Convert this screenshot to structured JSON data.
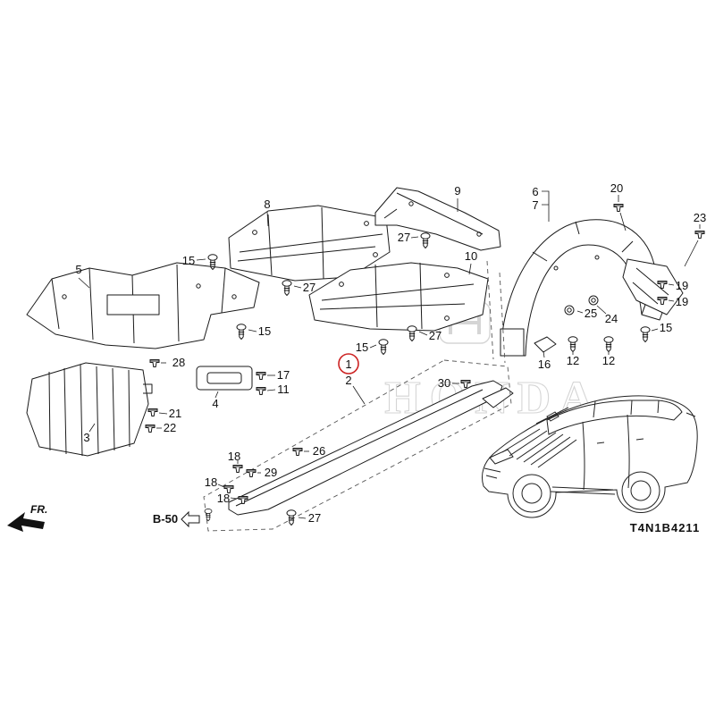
{
  "page": {
    "background": "#ffffff",
    "line_color": "#1a1a1a",
    "highlight_color": "#cc2222",
    "diagram_code": "T4N1B4211",
    "ref_code": "B-50",
    "front_label": "FR.",
    "watermark": "HONDA"
  },
  "labels": {
    "1": "1",
    "2": "2",
    "3": "3",
    "4": "4",
    "5": "5",
    "6": "6",
    "7": "7",
    "8": "8",
    "9": "9",
    "10": "10",
    "11": "11",
    "12": "12",
    "15": "15",
    "16": "16",
    "17": "17",
    "18": "18",
    "19": "19",
    "20": "20",
    "21": "21",
    "22": "22",
    "23": "23",
    "24": "24",
    "25": "25",
    "26": "26",
    "27": "27",
    "28": "28",
    "29": "29",
    "30": "30"
  }
}
